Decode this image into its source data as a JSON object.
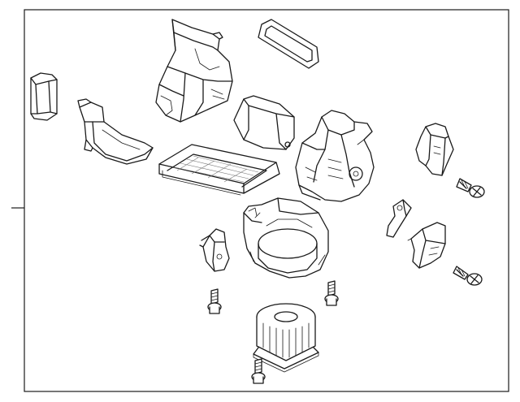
{
  "diagram": {
    "type": "exploded-parts-diagram",
    "subject": "hvac-blower-unit-assembly",
    "parts": [
      "duct-seal-left",
      "air-inlet-duct",
      "upper-intake-housing",
      "intake-gasket",
      "cabin-filter-door",
      "cabin-air-filter",
      "recirculation-housing",
      "actuator-bracket",
      "screw-upper",
      "blower-case",
      "mount-bracket",
      "control-link",
      "resistor",
      "screw-lower",
      "bolt-left",
      "bolt-center",
      "blower-motor",
      "bolt-bottom"
    ],
    "colors": {
      "line": "#1a1a1a",
      "background": "#ffffff"
    }
  }
}
